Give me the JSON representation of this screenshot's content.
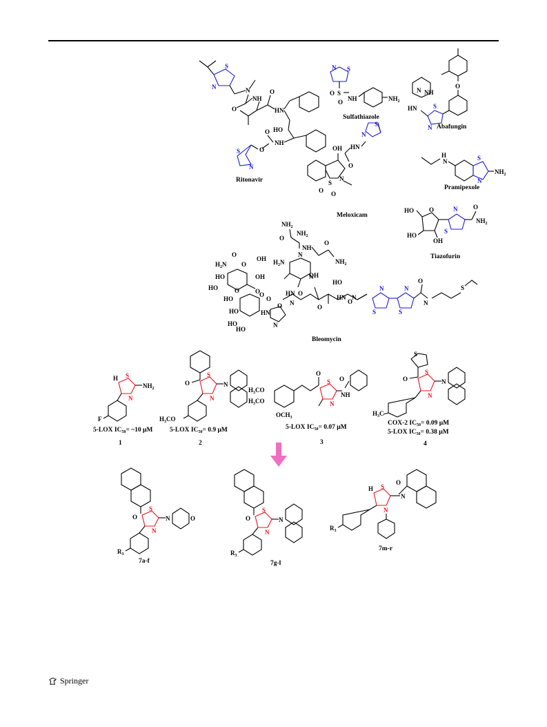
{
  "publisher": "Springer",
  "compounds_top": [
    {
      "id": "ritonavir",
      "label": "Ritonavir"
    },
    {
      "id": "sulfathiazole",
      "label": "Sulfathiazole"
    },
    {
      "id": "abafungin",
      "label": "Abafungin"
    },
    {
      "id": "meloxicam",
      "label": "Meloxicam"
    },
    {
      "id": "pramipexole",
      "label": "Pramipexole"
    },
    {
      "id": "tiazofurin",
      "label": "Tiazofurin"
    },
    {
      "id": "bleomycin",
      "label": "Bleomycin"
    }
  ],
  "leads": [
    {
      "num": "1",
      "activity_prefix": "5-LOX IC",
      "activity_value": "= ~10 μM"
    },
    {
      "num": "2",
      "activity_prefix": "5-LOX IC",
      "activity_value": "= 0.9 μM"
    },
    {
      "num": "3",
      "activity_prefix": "5-LOX IC",
      "activity_value": "= 0.07 μM"
    },
    {
      "num": "4",
      "activity_prefix": "COX-2 IC",
      "activity_value": "= 0.09 μM",
      "activity2_prefix": "5-LOX IC",
      "activity2_value": "= 0.38 μM"
    }
  ],
  "targets": [
    {
      "id": "7a-f",
      "label": "7a-f"
    },
    {
      "id": "7g-l",
      "label": "7g-l"
    },
    {
      "id": "7m-r",
      "label": "7m-r"
    }
  ],
  "subscript_50": "50",
  "atoms": {
    "S": "S",
    "N": "N",
    "O": "O",
    "H": "H",
    "F": "F",
    "NH": "NH",
    "HN": "HN",
    "NH2": "NH",
    "sub2": "2",
    "HO": "HO",
    "OH": "OH",
    "R3": "R",
    "sub3": "3",
    "H3C": "H",
    "CH3": "CH",
    "H2N": "H",
    "OCH3": "OCH",
    "H3CO": "H",
    "Splus": "S"
  },
  "colors": {
    "thiazole_blue": "#1a1ad6",
    "thiazole_red": "#e8141e",
    "arrow_pink": "#f06fc3"
  }
}
